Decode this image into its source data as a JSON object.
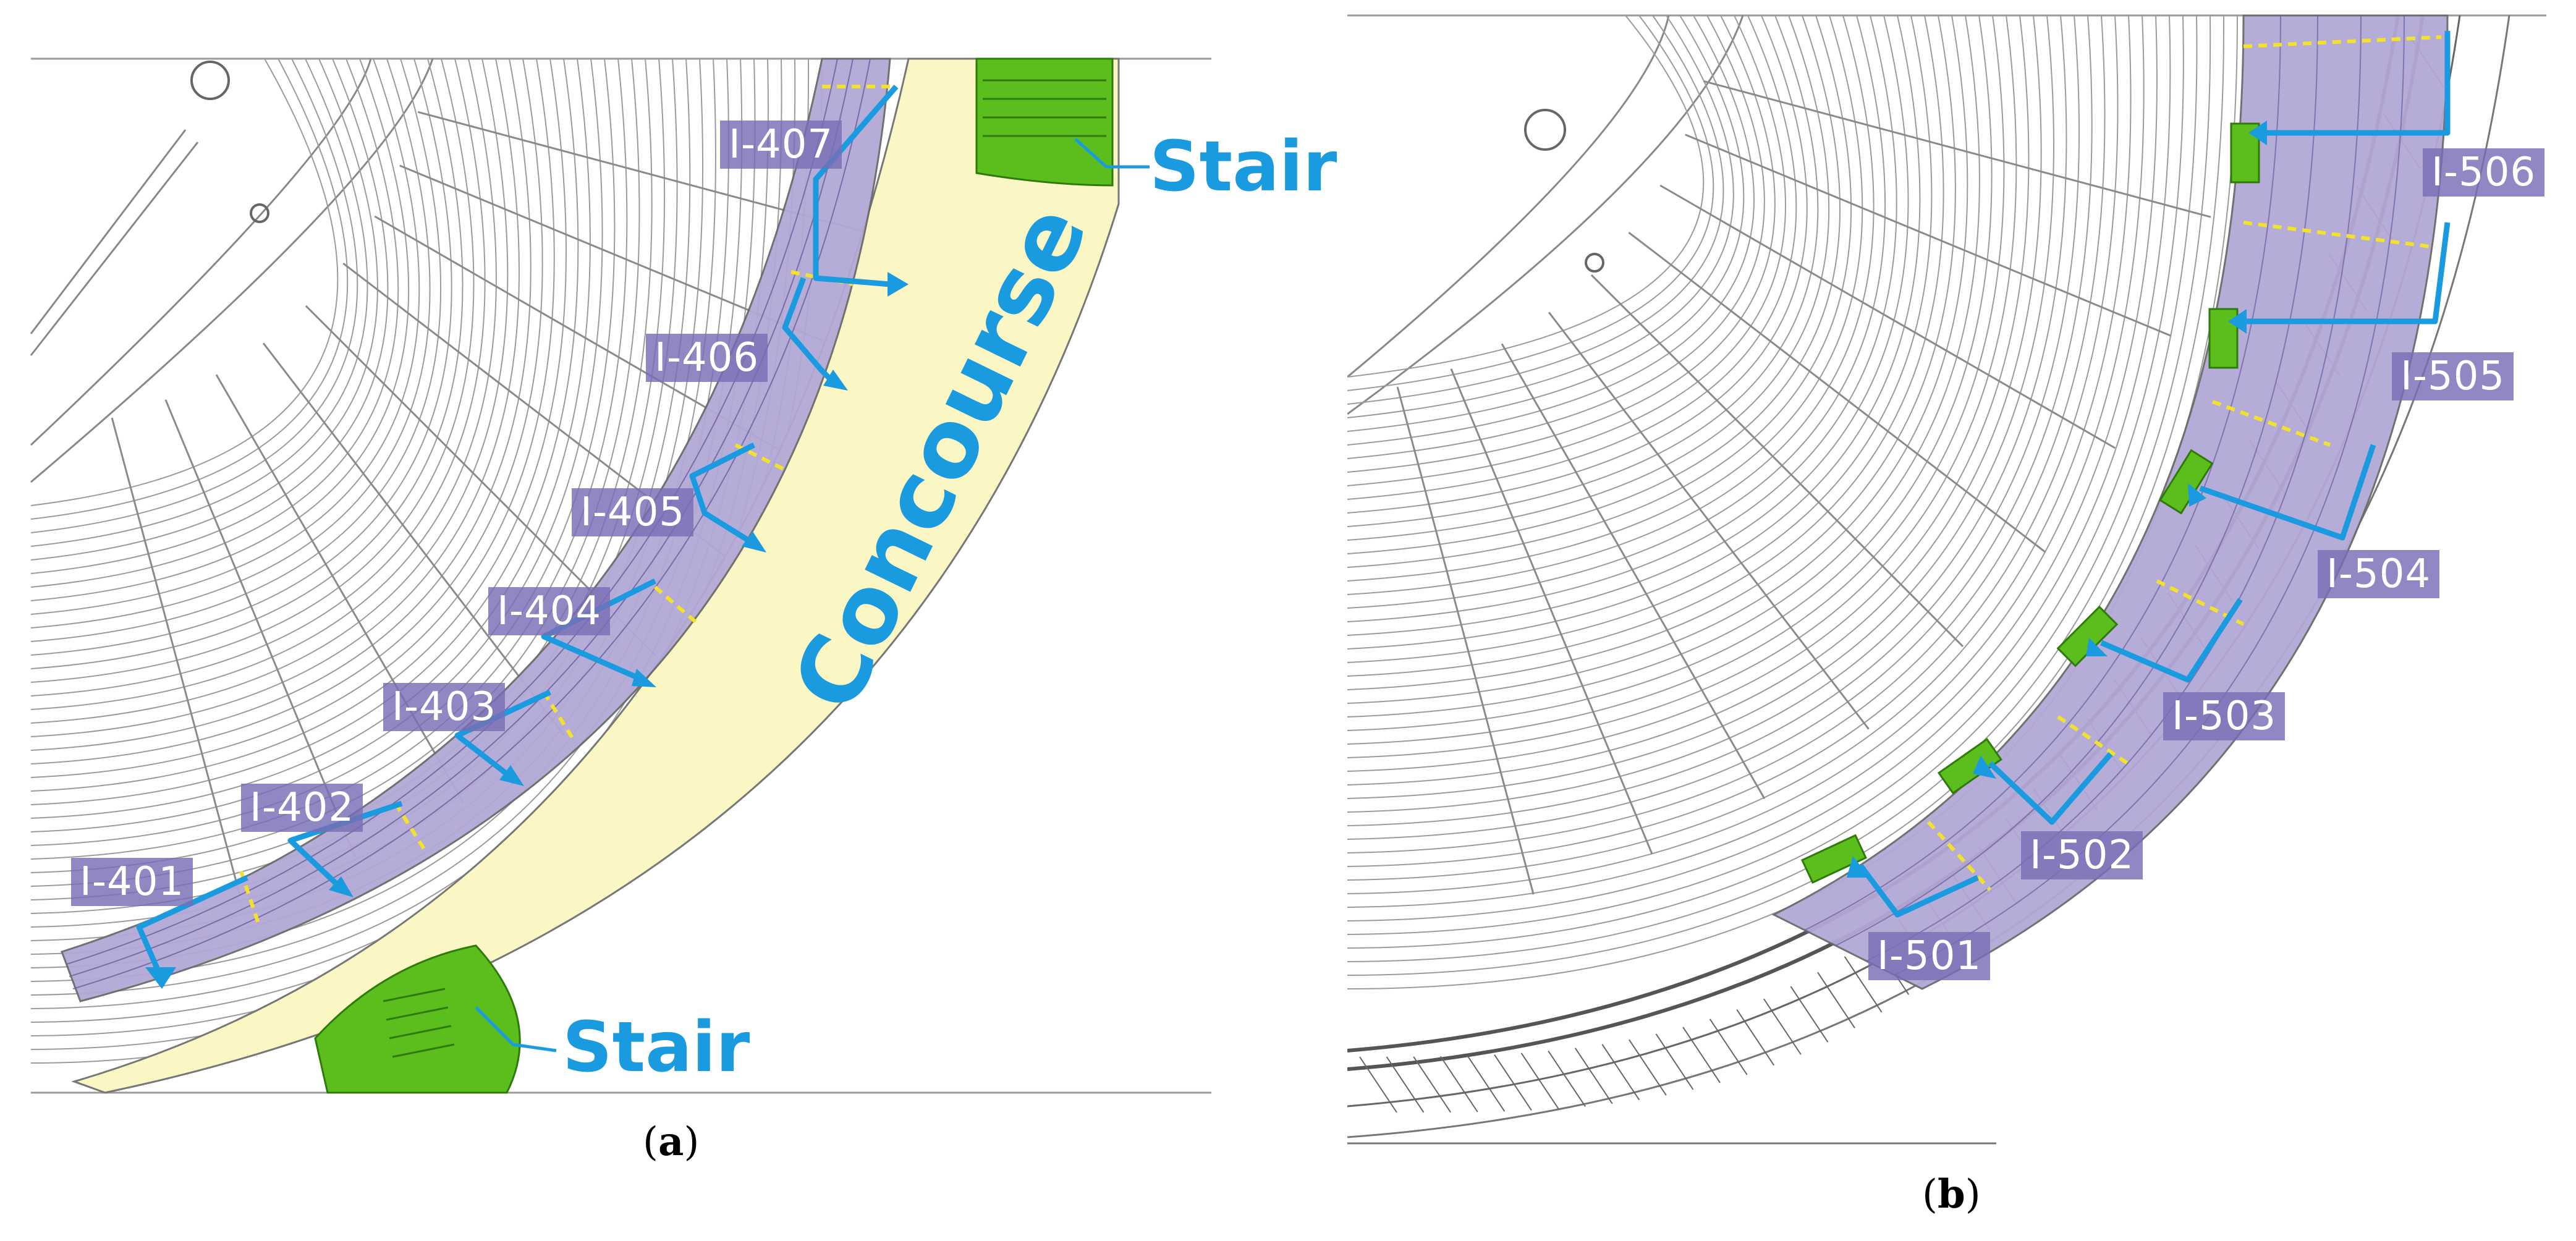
{
  "panel_a": {
    "caption_open": "(",
    "caption_letter": "a",
    "caption_close": ")",
    "concourse_label": "Concourse",
    "stair_top_label": "Stair",
    "stair_bottom_label": "Stair",
    "sections": [
      "I-401",
      "I-402",
      "I-403",
      "I-404",
      "I-405",
      "I-406",
      "I-407"
    ]
  },
  "panel_b": {
    "caption_open": "(",
    "caption_letter": "b",
    "caption_close": ")",
    "sections": [
      "I-501",
      "I-502",
      "I-503",
      "I-504",
      "I-505",
      "I-506"
    ]
  },
  "colors": {
    "seating_zone": "#b3a8d6",
    "concourse": "#fbf7c4",
    "stair": "#5cbe1c",
    "arrow": "#1a9be0",
    "label_bg": "#786eb4",
    "divider": "#f2e22b"
  }
}
